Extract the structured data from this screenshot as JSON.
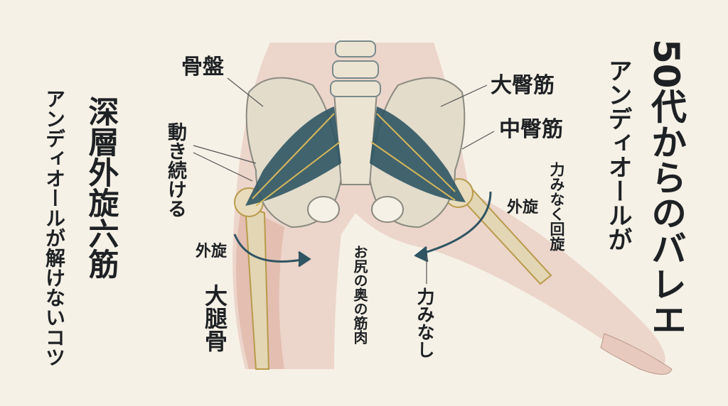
{
  "title": {
    "main": "50代からのバレエ",
    "sub": "アンディオールが"
  },
  "left_title": {
    "main": "深層外旋六筋",
    "sub": "アンディオールが解けないコツ"
  },
  "labels": {
    "pelvis": "骨盤",
    "keep_moving": "動き続ける",
    "external_rotation_left": "外旋",
    "femur": "大腿骨",
    "deep_hip_muscles": "お尻の奥の筋肉",
    "no_tension": "力みなし",
    "gluteus_maximus": "大臀筋",
    "gluteus_medius": "中臀筋",
    "external_rotation_right": "外旋",
    "rotate_without_tension": "力みなく回旋"
  },
  "colors": {
    "background": "#f6f1e6",
    "muscle": "#2f5563",
    "bone": "#e3dccb",
    "skin": "#e6c2b6",
    "tendon": "#d6b75a",
    "text": "#1e2124"
  }
}
